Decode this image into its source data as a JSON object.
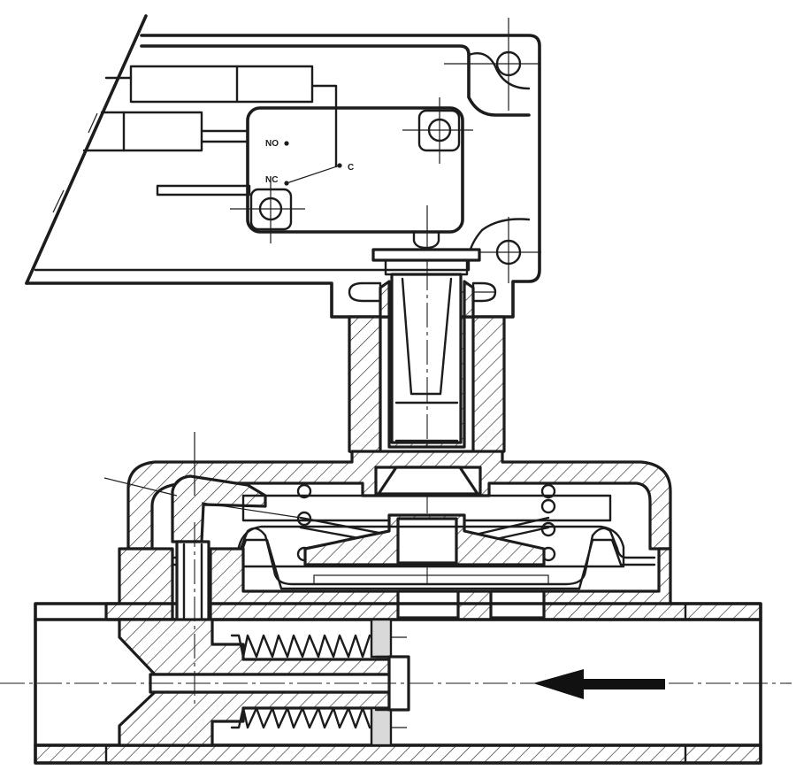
{
  "labels": {
    "no": "NO",
    "nc": "NC",
    "c": "C"
  },
  "colors": {
    "line": "#1c1c1c",
    "background": "#ffffff",
    "part_fill": "#d9d9d9"
  },
  "icons": {
    "flow_direction": "arrow-left-icon"
  }
}
